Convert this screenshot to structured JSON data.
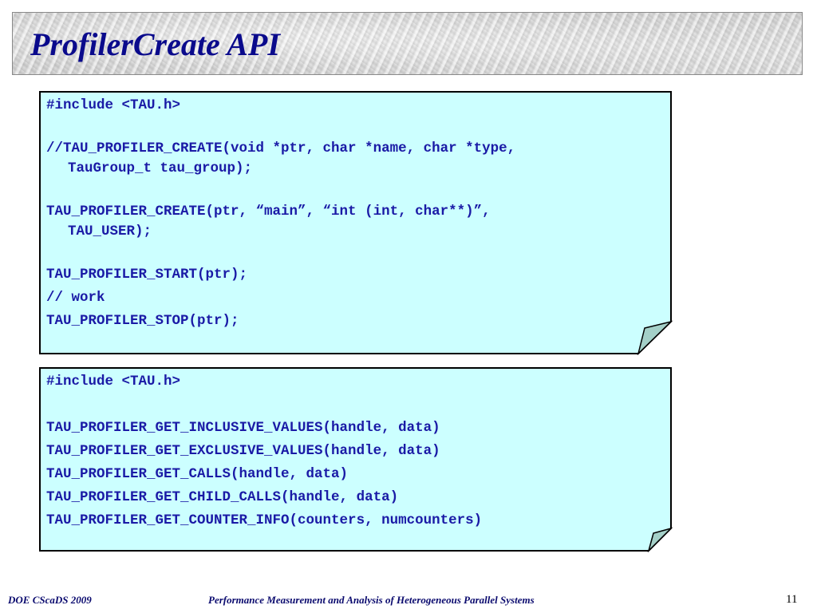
{
  "slide": {
    "title": "ProfilerCreate API"
  },
  "note1": {
    "lines": [
      "#include <TAU.h>",
      "//TAU_PROFILER_CREATE(void *ptr, char *name, char *type,",
      "TauGroup_t tau_group);",
      "TAU_PROFILER_CREATE(ptr, “main”, “int (int, char**)”,",
      "TAU_USER);",
      "TAU_PROFILER_START(ptr);",
      "// work",
      "TAU_PROFILER_STOP(ptr);"
    ]
  },
  "note2": {
    "lines": [
      "#include <TAU.h>",
      "TAU_PROFILER_GET_INCLUSIVE_VALUES(handle, data)",
      "TAU_PROFILER_GET_EXCLUSIVE_VALUES(handle, data)",
      "TAU_PROFILER_GET_CALLS(handle, data)",
      "TAU_PROFILER_GET_CHILD_CALLS(handle, data)",
      "TAU_PROFILER_GET_COUNTER_INFO(counters, numcounters)"
    ]
  },
  "footer": {
    "left": "DOE CScaDS 2009",
    "center": "Performance Measurement and Analysis of Heterogeneous Parallel Systems",
    "page_number": "11"
  },
  "colors": {
    "note_fill": "#ccffff",
    "fold_fill": "#a4d0c8",
    "code_text": "#1a1aa6",
    "title_text": "#0a0a8c"
  }
}
